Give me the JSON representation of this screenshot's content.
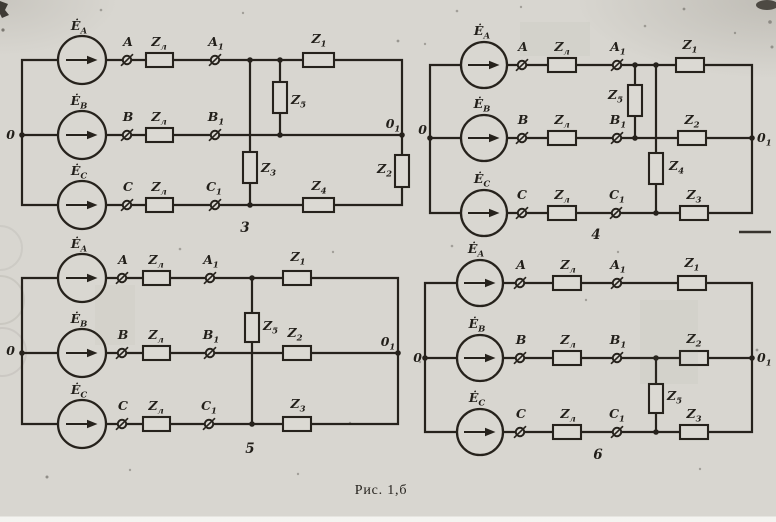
{
  "page": {
    "paper_color": "#d8d6d0",
    "ink_color": "#26221c"
  },
  "caption": "Рис. 1,б",
  "circuits": [
    {
      "number": "3",
      "neutral_left": "0",
      "neutral_right": {
        "base": "0",
        "sub": "1"
      },
      "sources": [
        {
          "base": "Ė",
          "sub": "A"
        },
        {
          "base": "Ė",
          "sub": "B"
        },
        {
          "base": "Ė",
          "sub": "C"
        }
      ],
      "phases": [
        "A",
        "B",
        "C"
      ],
      "line_z": {
        "base": "Z",
        "sub": "л"
      },
      "nodes": [
        {
          "base": "A",
          "sub": "1"
        },
        {
          "base": "B",
          "sub": "1"
        },
        {
          "base": "C",
          "sub": "1"
        }
      ],
      "z1": {
        "base": "Z",
        "sub": "1"
      },
      "z2": {
        "base": "Z",
        "sub": "2"
      },
      "z3": {
        "base": "Z",
        "sub": "3"
      },
      "z4": {
        "base": "Z",
        "sub": "4"
      },
      "z5": {
        "base": "Z",
        "sub": "5"
      }
    },
    {
      "number": "4",
      "neutral_left": "0",
      "neutral_right": {
        "base": "0",
        "sub": "1"
      },
      "sources": [
        {
          "base": "Ė",
          "sub": "A"
        },
        {
          "base": "Ė",
          "sub": "B"
        },
        {
          "base": "Ė",
          "sub": "C"
        }
      ],
      "phases": [
        "A",
        "B",
        "C"
      ],
      "line_z": {
        "base": "Z",
        "sub": "л"
      },
      "nodes": [
        {
          "base": "A",
          "sub": "1"
        },
        {
          "base": "B",
          "sub": "1"
        },
        {
          "base": "C",
          "sub": "1"
        }
      ],
      "z1": {
        "base": "Z",
        "sub": "1"
      },
      "z2": {
        "base": "Z",
        "sub": "2"
      },
      "z3": {
        "base": "Z",
        "sub": "3"
      },
      "z4": {
        "base": "Z",
        "sub": "4"
      },
      "z5": {
        "base": "Z",
        "sub": "5"
      }
    },
    {
      "number": "5",
      "neutral_left": "0",
      "neutral_right": {
        "base": "0",
        "sub": "1"
      },
      "sources": [
        {
          "base": "Ė",
          "sub": "A"
        },
        {
          "base": "Ė",
          "sub": "B"
        },
        {
          "base": "Ė",
          "sub": "C"
        }
      ],
      "phases": [
        "A",
        "B",
        "C"
      ],
      "line_z": {
        "base": "Z",
        "sub": "л"
      },
      "nodes": [
        {
          "base": "A",
          "sub": "1"
        },
        {
          "base": "B",
          "sub": "1"
        },
        {
          "base": "C",
          "sub": "1"
        }
      ],
      "z1": {
        "base": "Z",
        "sub": "1"
      },
      "z2": {
        "base": "Z",
        "sub": "2"
      },
      "z3": {
        "base": "Z",
        "sub": "3"
      },
      "z5": {
        "base": "Z",
        "sub": "5"
      }
    },
    {
      "number": "6",
      "neutral_left": "0",
      "neutral_right": {
        "base": "0",
        "sub": "1"
      },
      "sources": [
        {
          "base": "Ė",
          "sub": "A"
        },
        {
          "base": "Ė",
          "sub": "B"
        },
        {
          "base": "Ė",
          "sub": "C"
        }
      ],
      "phases": [
        "A",
        "B",
        "C"
      ],
      "line_z": {
        "base": "Z",
        "sub": "л"
      },
      "nodes": [
        {
          "base": "A",
          "sub": "1"
        },
        {
          "base": "B",
          "sub": "1"
        },
        {
          "base": "C",
          "sub": "1"
        }
      ],
      "z1": {
        "base": "Z",
        "sub": "1"
      },
      "z2": {
        "base": "Z",
        "sub": "2"
      },
      "z3": {
        "base": "Z",
        "sub": "3"
      },
      "z5": {
        "base": "Z",
        "sub": "5"
      }
    }
  ]
}
